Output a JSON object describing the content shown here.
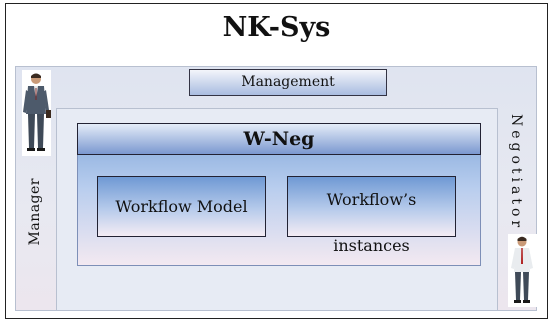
{
  "title": "NK-Sys",
  "management_label": "Management",
  "wneg_label": "W-Neg",
  "workflow_model_label": "Workflow Model",
  "workflow_instances_label": "Workflow’s instances",
  "manager_label": "Manager",
  "negotiator_label": "Negotiator",
  "icons": {
    "manager": "businessman-figure-icon",
    "negotiator": "businessman-figure-icon"
  }
}
